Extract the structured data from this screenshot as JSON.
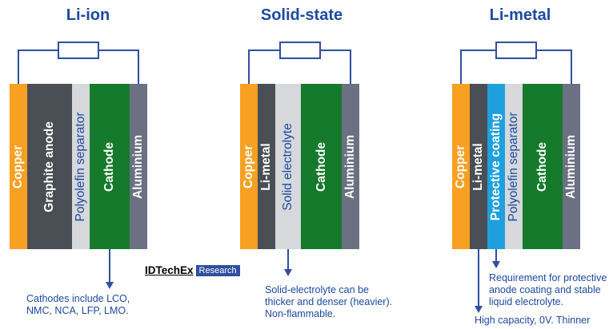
{
  "panels": [
    {
      "title": "Li-ion",
      "note": [
        "Cathodes include LCO,",
        "NMC, NCA, LFP, LMO."
      ],
      "layers": [
        "Copper",
        "Graphite anode",
        "Polyolefin separator",
        "Cathode",
        "Aluminium"
      ]
    },
    {
      "title": "Solid-state",
      "note": [
        "Solid-electrolyte can be",
        "thicker and denser (heavier).",
        "Non-flammable."
      ],
      "layers": [
        "Copper",
        "Li-metal",
        "Solid electrolyte",
        "Cathode",
        "Aluminium"
      ]
    },
    {
      "title": "Li-metal",
      "note_upper": [
        "Requirement for protective",
        "anode coating and stable",
        "liquid electrolyte."
      ],
      "note_lower": "High capacity, 0V. Thinner",
      "layers": [
        "Copper",
        "Li-metal",
        "Protective coating",
        "Polyolefin separator",
        "Cathode",
        "Aluminium"
      ]
    }
  ],
  "logo": {
    "brand": "IDTechEx",
    "tag": "Research"
  },
  "colors": {
    "title": "#1d4aa0",
    "wire": "#2f4f9e",
    "copper": "#f7a021",
    "anode": "#4a4e55",
    "separator": "#d6d8dc",
    "cathode": "#157a2c",
    "aluminium": "#6b7183",
    "coating": "#1ea0df"
  }
}
